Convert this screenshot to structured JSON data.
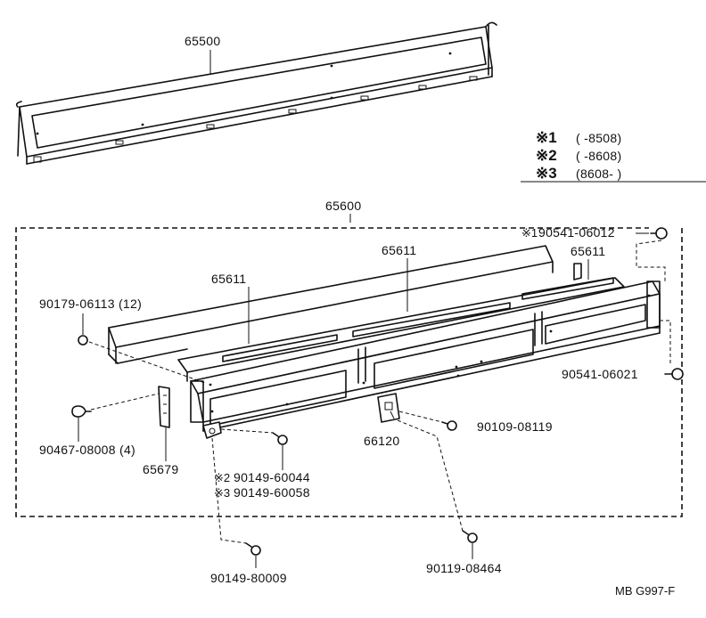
{
  "parts": {
    "p65500": "65500",
    "p65600": "65600",
    "p65611_a": "65611",
    "p65611_b": "65611",
    "p65611_c": "65611",
    "p90179": "90179-06113 (12)",
    "p90467": "90467-08008 (4)",
    "p65679": "65679",
    "p90149_60044": "90149-60044",
    "p90149_60058": "90149-60058",
    "p90149_80009": "90149-80009",
    "p66120": "66120",
    "p90109": "90109-08119",
    "p90119": "90119-08464",
    "p90541_06012": "90541-06012",
    "p90541_06021": "90541-06021"
  },
  "markers": {
    "m1": "※1",
    "m2": "※2",
    "m3": "※3"
  },
  "legend": {
    "row1": {
      "marker": "※1",
      "range": "(         -8508)"
    },
    "row2": {
      "marker": "※2",
      "range": "(         -8608)"
    },
    "row3": {
      "marker": "※3",
      "range": "(8608-         )"
    }
  },
  "footer": {
    "code": "MB G997-F"
  }
}
